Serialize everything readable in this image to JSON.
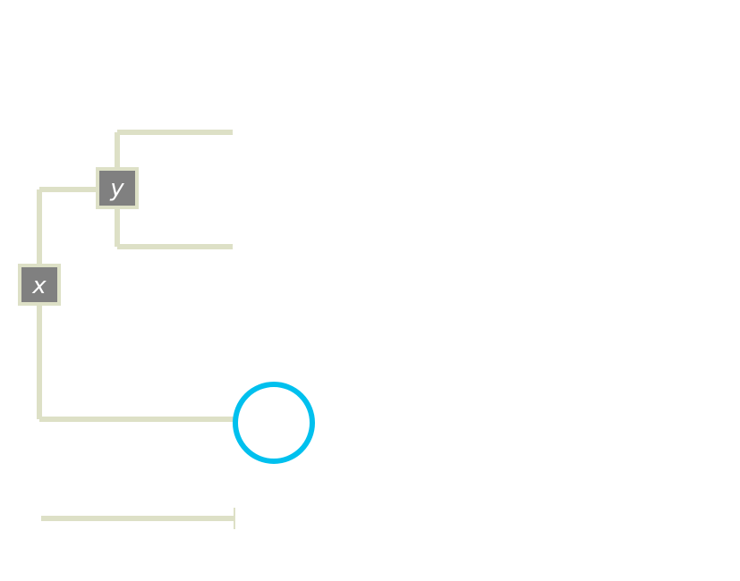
{
  "diagram": {
    "internal_nodes": [
      {
        "id": "x",
        "label": "x"
      },
      {
        "id": "y",
        "label": "y"
      }
    ],
    "leaves": [
      {
        "id": "leaf-1",
        "label": "",
        "highlighted": false
      },
      {
        "id": "leaf-2",
        "label": "",
        "highlighted": false
      },
      {
        "id": "leaf-3",
        "label": "",
        "highlighted": true
      }
    ]
  },
  "colors": {
    "branch": "#dde0c6",
    "node_fill": "#808080",
    "node_border": "#dde0c6",
    "node_text": "#ffffff",
    "highlight_ring": "#00c0ee"
  }
}
